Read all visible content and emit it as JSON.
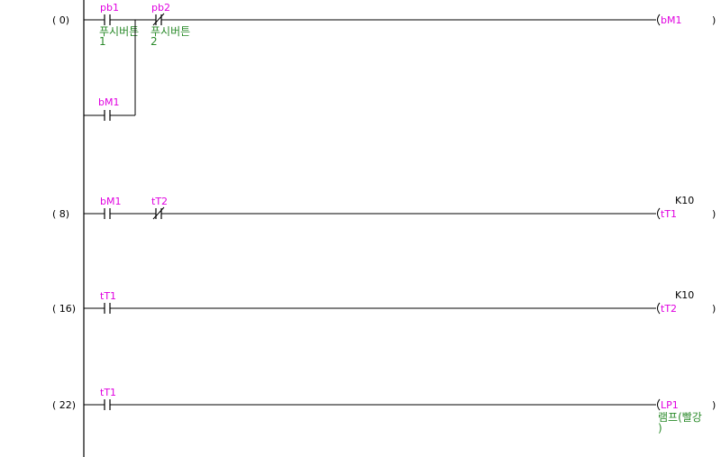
{
  "colors": {
    "device": "#e000e0",
    "comment": "#2a8a2a",
    "wire": "#000000",
    "background": "#ffffff"
  },
  "rungs": [
    {
      "step": "(   0)",
      "contacts": [
        {
          "id": "pb1",
          "label": "pb1",
          "type": "no",
          "comment": [
            "푸시버튼",
            "1"
          ]
        },
        {
          "id": "pb2",
          "label": "pb2",
          "type": "nc",
          "comment": [
            "푸시버튼",
            "2"
          ]
        }
      ],
      "branch": {
        "label": "bM1",
        "type": "no"
      },
      "coil": {
        "label": "bM1",
        "setting": "",
        "comment": []
      }
    },
    {
      "step": "(   8)",
      "contacts": [
        {
          "id": "bM1",
          "label": "bM1",
          "type": "no",
          "comment": []
        },
        {
          "id": "tT2",
          "label": "tT2",
          "type": "nc",
          "comment": []
        }
      ],
      "coil": {
        "label": "tT1",
        "setting": "K10",
        "comment": []
      }
    },
    {
      "step": "(  16)",
      "contacts": [
        {
          "id": "tT1",
          "label": "tT1",
          "type": "no",
          "comment": []
        }
      ],
      "coil": {
        "label": "tT2",
        "setting": "K10",
        "comment": []
      }
    },
    {
      "step": "(  22)",
      "contacts": [
        {
          "id": "tT1",
          "label": "tT1",
          "type": "no",
          "comment": []
        }
      ],
      "coil": {
        "label": "LP1",
        "setting": "",
        "comment": [
          "램프(빨강",
          ")"
        ]
      }
    }
  ]
}
